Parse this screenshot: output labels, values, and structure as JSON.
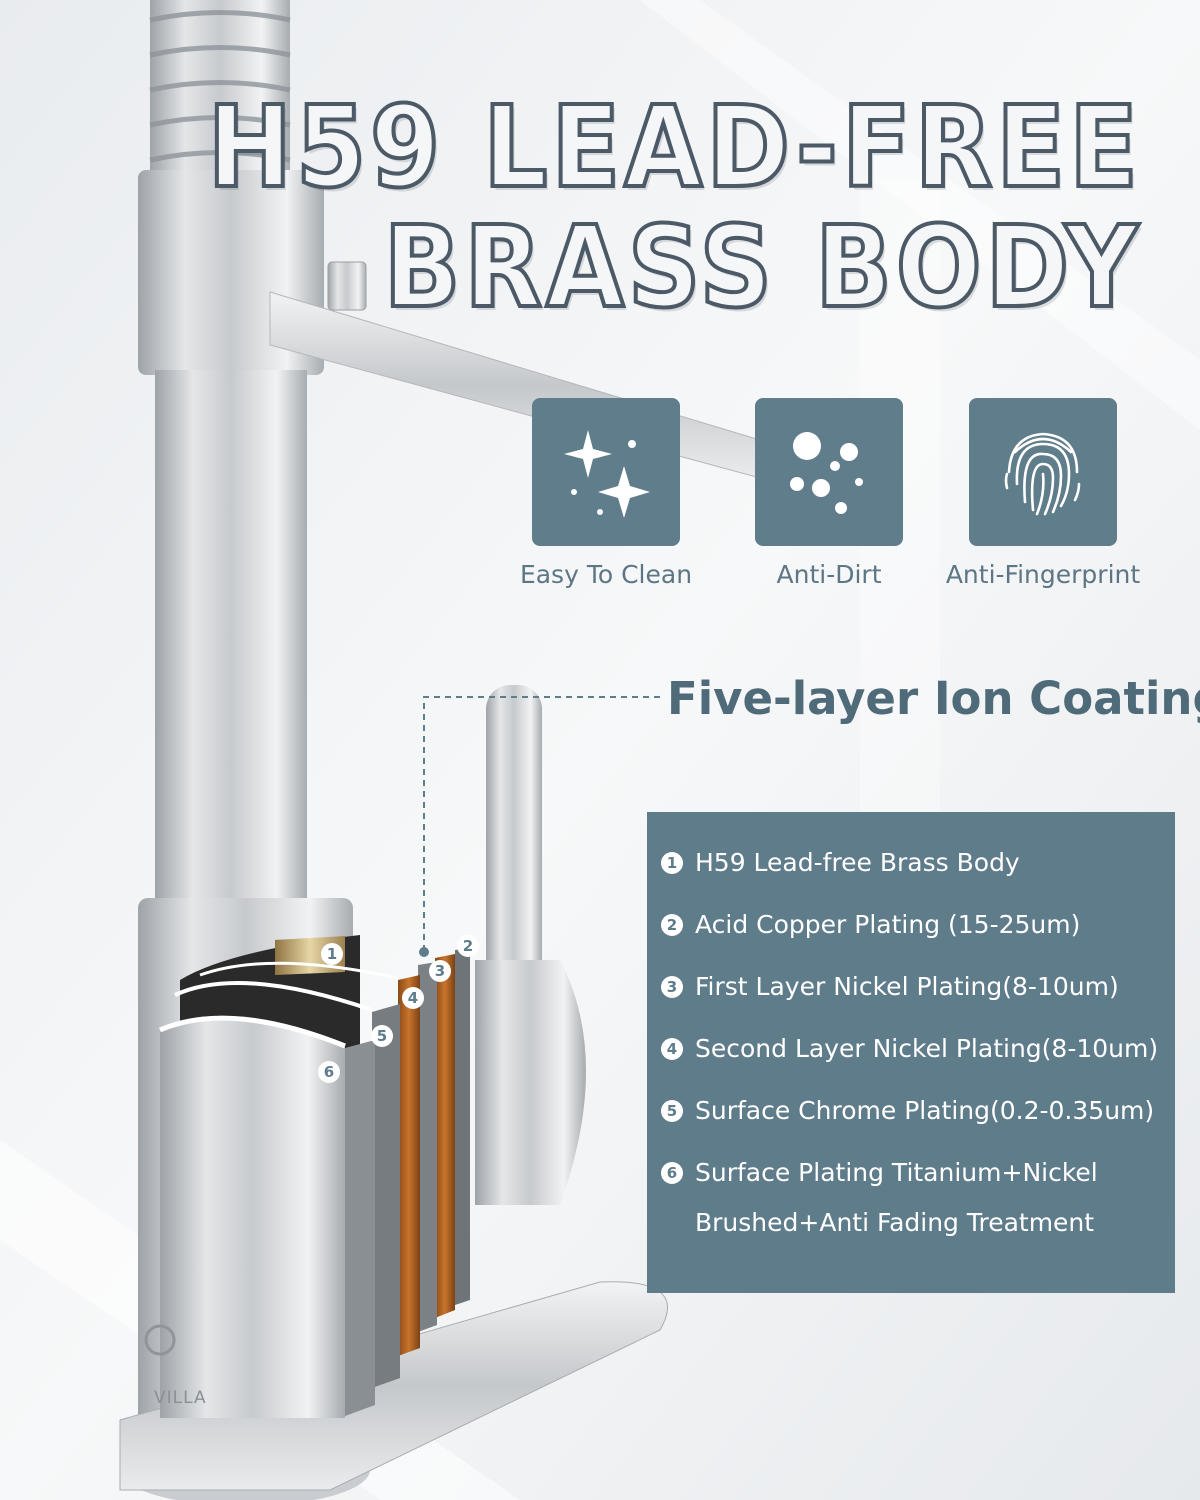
{
  "headline": {
    "line1": "H59 LEAD-FREE",
    "line2": "BRASS BODY"
  },
  "features": [
    {
      "label": "Easy To Clean",
      "icon": "sparkle-icon"
    },
    {
      "label": "Anti-Dirt",
      "icon": "bubbles-icon"
    },
    {
      "label": "Anti-Fingerprint",
      "icon": "fingerprint-icon"
    }
  ],
  "coating": {
    "title": "Five-layer Ion Coating",
    "layers": [
      {
        "num": "1",
        "text": "H59 Lead-free Brass Body",
        "text2": ""
      },
      {
        "num": "2",
        "text": "Acid Copper Plating (15-25um)",
        "text2": ""
      },
      {
        "num": "3",
        "text": "First Layer Nickel Plating(8-10um)",
        "text2": ""
      },
      {
        "num": "4",
        "text": "Second Layer Nickel Plating(8-10um)",
        "text2": ""
      },
      {
        "num": "5",
        "text": "Surface Chrome Plating(0.2-0.35um)",
        "text2": ""
      },
      {
        "num": "6",
        "text": "Surface Plating Titanium+Nickel",
        "text2": "Brushed+Anti Fading Treatment"
      }
    ],
    "callouts": [
      "1",
      "2",
      "3",
      "4",
      "5",
      "6"
    ]
  },
  "brand": {
    "text": "VILLA"
  },
  "colors": {
    "accent": "#607d8b",
    "headline_stroke": "#4b5a66",
    "label": "#5d7685",
    "copper": "#c8742c"
  }
}
